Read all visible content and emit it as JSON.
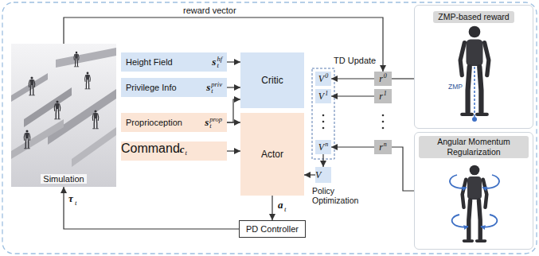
{
  "diagram": {
    "nodes": [
      {
        "text": [
          "Simulation"
        ]
      },
      {
        "text": [
          "Height Field",
          "s",
          "hf",
          "t"
        ]
      },
      {
        "text": [
          "Privilege Info",
          "s",
          "priv",
          "t"
        ]
      },
      {
        "text": [
          "Proprioception",
          "s",
          "prop",
          "t"
        ]
      },
      {
        "text": [
          "Command",
          "c",
          "t"
        ]
      },
      {
        "text": [
          "Critic"
        ]
      },
      {
        "text": [
          "Actor"
        ]
      },
      {
        "text": [
          "V",
          "0"
        ]
      },
      {
        "text": [
          "V",
          "1"
        ]
      },
      {
        "text": [
          "V",
          "n"
        ]
      },
      {
        "text": [
          "V"
        ]
      },
      {
        "text": [
          "r",
          "0"
        ]
      },
      {
        "text": [
          "r",
          "1"
        ]
      },
      {
        "text": [
          "r",
          "n"
        ]
      },
      {
        "text": [
          "PD Controller"
        ]
      },
      {
        "text": [
          "ZMP-based reward"
        ]
      },
      {
        "text": [
          "Angular Momentum Regularization"
        ]
      }
    ],
    "edges": [
      {
        "from": 1,
        "to": 5,
        "arrow": "to"
      },
      {
        "from": 2,
        "to": 5,
        "arrow": "to"
      },
      {
        "from": 3,
        "to": 5,
        "arrow": "to"
      },
      {
        "from": 3,
        "to": 6,
        "arrow": "to"
      },
      {
        "from": 4,
        "to": 6,
        "arrow": "to"
      },
      {
        "from": 9,
        "to": 10,
        "arrow": "to"
      },
      {
        "from": 10,
        "to": 6,
        "arrow": "to",
        "label": "Policy Optimization"
      },
      {
        "from": 11,
        "to": 7,
        "arrow": "to"
      },
      {
        "from": 12,
        "to": 8,
        "arrow": "to"
      },
      {
        "from": 13,
        "to": 9,
        "arrow": "to"
      },
      {
        "from": 0,
        "to": 11,
        "arrow": "to",
        "label": "reward vector"
      },
      {
        "from": 6,
        "to": 14,
        "arrow": "to"
      },
      {
        "from": 14,
        "to": 0,
        "arrow": "to"
      },
      {
        "from": 11,
        "to": 15,
        "arrow": "none"
      },
      {
        "from": 13,
        "to": 16,
        "arrow": "none"
      }
    ],
    "labels": [
      "TD Update",
      "ZMP",
      "a",
      "t",
      "τ",
      "t"
    ]
  }
}
